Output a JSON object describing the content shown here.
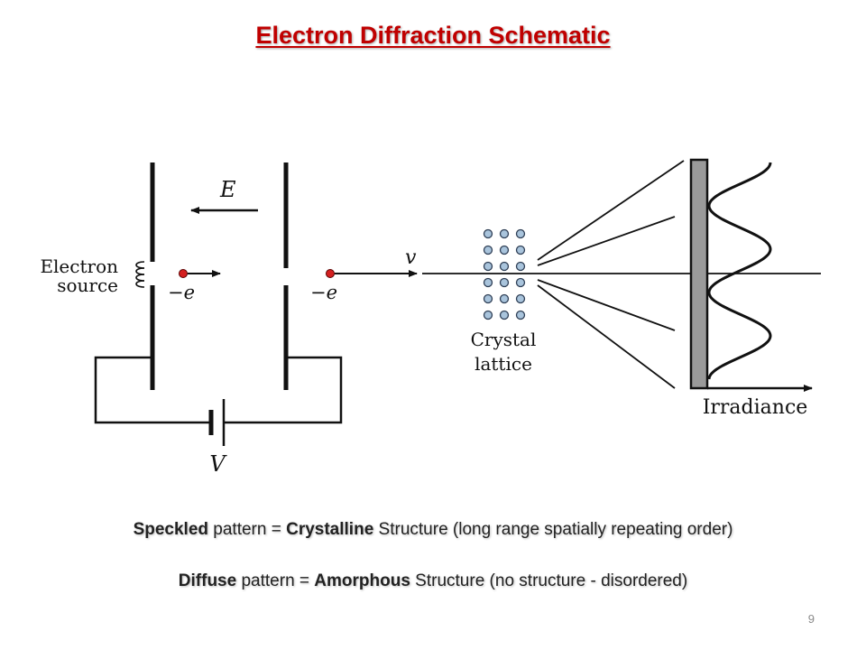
{
  "title": "Electron Diffraction Schematic",
  "colors": {
    "title": "#c00000",
    "electron": "#d42020",
    "lattice_fill": "#a9c4dc",
    "lattice_stroke": "#2e3e55",
    "screen": "#9a9a9a",
    "ink": "#111111"
  },
  "diagram": {
    "field_label": "E",
    "source_label_line1": "Electron",
    "source_label_line2": "source",
    "charge_label_1": "−e",
    "charge_label_2": "−e",
    "velocity_label": "v",
    "lattice_label_line1": "Crystal",
    "lattice_label_line2": "lattice",
    "irradiance_label": "Irradiance",
    "voltage_label": "V"
  },
  "captions": [
    {
      "bold1": "Speckled",
      "text1": " pattern = ",
      "bold2": "Crystalline",
      "text2": " Structure (long range spatially repeating order)"
    },
    {
      "bold1": "Diffuse",
      "text1": " pattern = ",
      "bold2": "Amorphous",
      "text2": " Structure (no structure - disordered)"
    }
  ],
  "slide_number": "9"
}
